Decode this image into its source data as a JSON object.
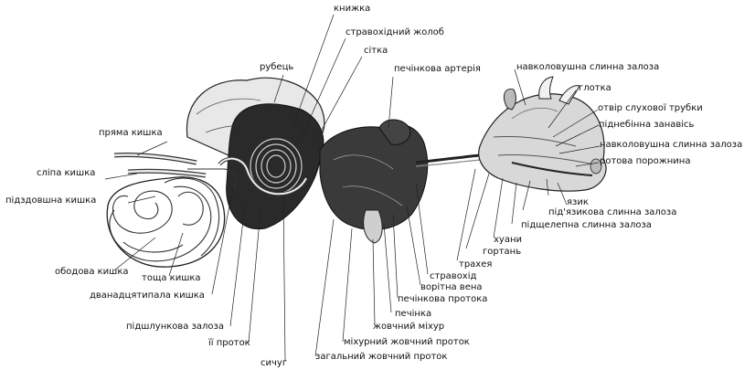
{
  "labels": {
    "knyzhka": "книжка",
    "stravokhidnyi_zholob": "стравохідний жолоб",
    "sitka": "сітка",
    "rubets": "рубець",
    "pechinkova_arteriia": "печінкова артерія",
    "navkolovushna_top": "навколовушна слинна залоза",
    "hlotka": "глотка",
    "otvir_slukhovoi": "отвір слухової трубки",
    "pidnebinna_zanavis": "піднебінна занавісь",
    "navkolovushna_mid": "навколовушна слинна залоза",
    "rotova_porozhnyna": "ротова порожнина",
    "pryama_kyshka": "пряма кишка",
    "slipa_kyshka": "сліпа кишка",
    "pidzdovshna_kyshka": "підздовшна кишка",
    "yazyk": "язик",
    "pidyazykova": "під'язикова слинна залоза",
    "pidshchelepna": "підщелепна слинна залоза",
    "khoany": "хуани",
    "hortan": "гортань",
    "trakheia": "трахея",
    "stravokhid": "стравохід",
    "vorotna_vena": "ворітна вена",
    "obodova_kyshka": "ободова кишка",
    "toshcha_kyshka": "тоща кишка",
    "pechinkova_protoka": "печінкова протока",
    "dvanadtsiatypala": "дванадцятипала кишка",
    "pechinka": "печінка",
    "pidshlunkova": "підшлункова залоза",
    "zhovchnyi_mikhur": "жовчний міхур",
    "yii_protok": "її проток",
    "mikhurnyi": "міхурний жовчний проток",
    "sychuh": "сичуг",
    "zahalnyi": "загальний жовчний проток"
  }
}
